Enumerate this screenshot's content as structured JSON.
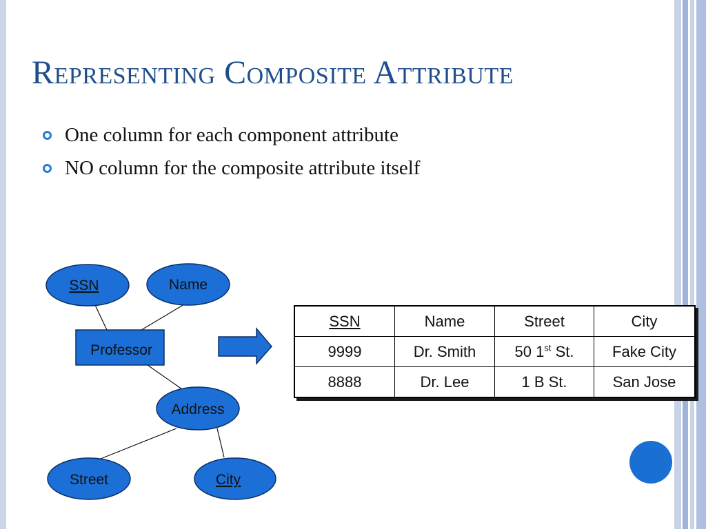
{
  "slide": {
    "title": "Representing Composite Attribute",
    "bullets": [
      "One column for each component attribute",
      "NO column for the composite attribute itself"
    ]
  },
  "er_diagram": {
    "entity": "Professor",
    "attributes": [
      "SSN",
      "Name",
      "Address",
      "Street",
      "City"
    ],
    "composite_attribute": "Address",
    "key_attributes": [
      "SSN",
      "City"
    ]
  },
  "relation_table": {
    "headers": [
      "SSN",
      "Name",
      "Street",
      "City"
    ],
    "key_column": "SSN",
    "rows": [
      {
        "ssn": "9999",
        "name": "Dr. Smith",
        "street_num": "50 1",
        "street_sup": "st",
        "street_rest": " St.",
        "city": "Fake City"
      },
      {
        "ssn": "8888",
        "name": "Dr. Lee",
        "street": "1 B St.",
        "city": "San Jose"
      }
    ]
  },
  "colors": {
    "title": "#1f4e8c",
    "accent_blue": "#1a6fd2",
    "shape_fill": "#1c6fd6",
    "bullet_ring": "#2a7ad0",
    "side_stripe": "#ccd6ea"
  }
}
